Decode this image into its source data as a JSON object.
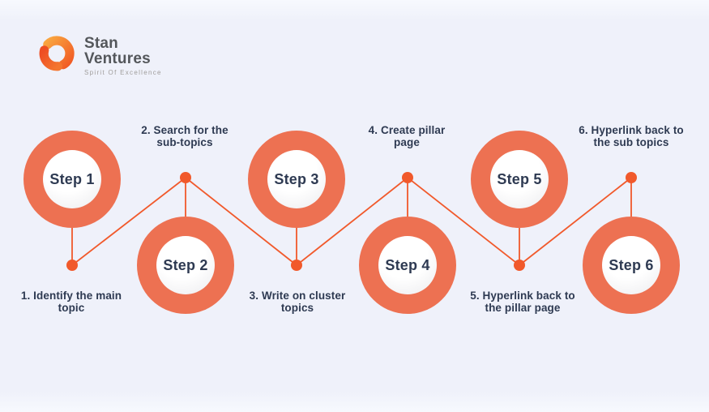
{
  "brand": {
    "name_line1": "Stan",
    "name_line2": "Ventures",
    "tagline": "Spirit Of Excellence"
  },
  "colors": {
    "background": "#EFF1FA",
    "circle_ring": "#ED7152",
    "circle_inner": "#FFFFFF",
    "connector_line": "#F1592B",
    "connector_dot": "#F1592B",
    "step_text": "#2E3A52",
    "brand_text": "#54575B",
    "tagline_text": "#A09D9B",
    "logo_orange_light": "#F89B3C",
    "logo_orange_deep": "#EF5223"
  },
  "diagram": {
    "type": "zigzag-process-flow",
    "steps": [
      {
        "label": "Step 1",
        "description": "1. Identify the main\ntopic",
        "circle_position": "top",
        "description_position": "below"
      },
      {
        "label": "Step 2",
        "description": "2. Search for the\nsub-topics",
        "circle_position": "bottom",
        "description_position": "above"
      },
      {
        "label": "Step 3",
        "description": "3. Write on cluster\ntopics",
        "circle_position": "top",
        "description_position": "below"
      },
      {
        "label": "Step 4",
        "description": "4. Create pillar\npage",
        "circle_position": "bottom",
        "description_position": "above"
      },
      {
        "label": "Step 5",
        "description": "5. Hyperlink back to\nthe pillar page",
        "circle_position": "top",
        "description_position": "below"
      },
      {
        "label": "Step 6",
        "description": "6. Hyperlink back to\nthe sub topics",
        "circle_position": "bottom",
        "description_position": "above"
      }
    ]
  }
}
